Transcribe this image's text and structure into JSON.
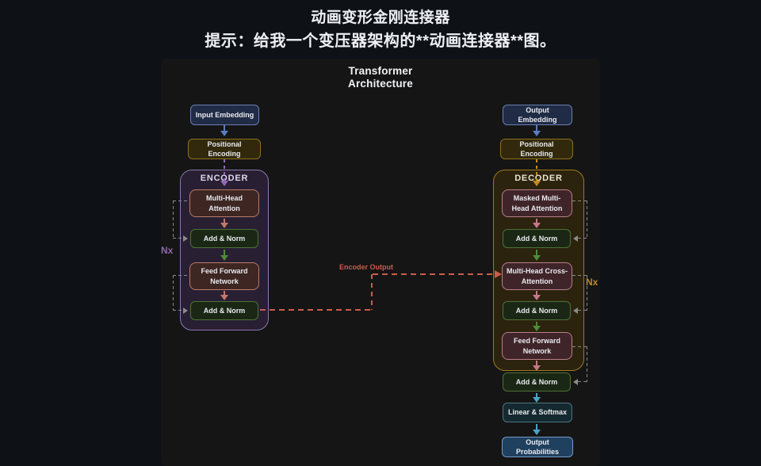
{
  "header": {
    "title": "动画变形金刚连接器",
    "prompt": "提示：给我一个变压器架构的**动画连接器**图。"
  },
  "diagram": {
    "title_line1": "Transformer",
    "title_line2": "Architecture",
    "encoder": {
      "label": "ENCODER",
      "nx_label": "Nx",
      "nodes": {
        "input_embedding": "Input Embedding",
        "positional_encoding": "Positional Encoding",
        "multi_head_attention": "Multi-Head Attention",
        "add_norm_1": "Add & Norm",
        "feed_forward": "Feed Forward Network",
        "add_norm_2": "Add & Norm"
      }
    },
    "decoder": {
      "label": "DECODER",
      "nx_label": "Nx",
      "nodes": {
        "output_embedding": "Output Embedding",
        "positional_encoding": "Positional Encoding",
        "masked_multi_head_attention": "Masked Multi-Head Attention",
        "add_norm_1": "Add & Norm",
        "cross_attention": "Multi-Head Cross-Attention",
        "add_norm_2": "Add & Norm",
        "feed_forward": "Feed Forward Network",
        "add_norm_3": "Add & Norm",
        "linear_softmax": "Linear & Softmax",
        "output_probabilities": "Output Probabilities"
      }
    },
    "connections": {
      "encoder_output_label": "Encoder Output"
    }
  },
  "colors": {
    "page_bg": "#0e1116",
    "panel_bg": "#151515",
    "title_text": "#eef0f4",
    "text_light": "#e8eaef",
    "embed_bg": "#202b45",
    "embed_border": "#6780b2",
    "posenc_bg": "#32290d",
    "posenc_border": "#8c701c",
    "encoder_bg": "#281f33",
    "encoder_border": "#8a7aac",
    "encoder_label": "#ded7ec",
    "attn_bg": "#3e2723",
    "attn_border": "#bb7a68",
    "addnorm_bg": "#1b2715",
    "addnorm_border": "#4e7037",
    "decoder_bg": "#2c230e",
    "decoder_border": "#9e7a1e",
    "decoder_label": "#ece4d0",
    "dattn_bg": "#3f2529",
    "dattn_border": "#b97e88",
    "linear_bg": "#152a30",
    "linear_border": "#4b7680",
    "outprob_bg": "#20405f",
    "outprob_border": "#6f9ac8",
    "arrow_blue": "#5b7cc0",
    "arrow_purple": "#9268b8",
    "arrow_orange": "#c2891e",
    "arrow_salmon": "#c47868",
    "arrow_pink": "#c47888",
    "arrow_green": "#4e8a3a",
    "arrow_teal": "#4aa4c4",
    "residual": "#8a8a8a",
    "enc_out": "#cb5c4b",
    "nx_left": "#8e68aa",
    "nx_right": "#c08a28"
  }
}
